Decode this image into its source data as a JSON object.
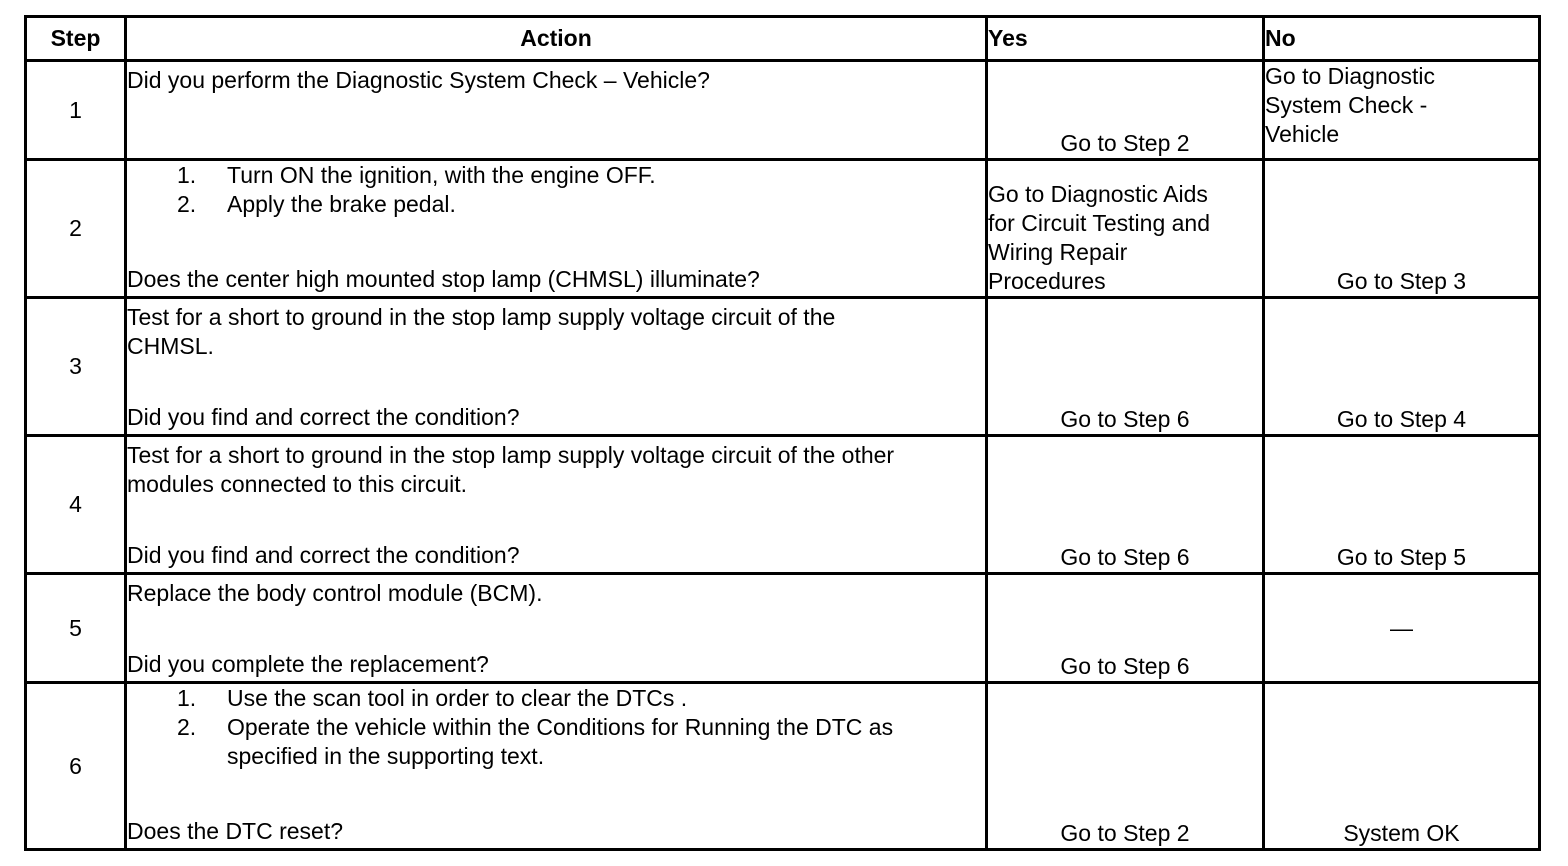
{
  "headers": {
    "step": "Step",
    "action": "Action",
    "yes": "Yes",
    "no": "No"
  },
  "rows": [
    {
      "step": "1",
      "action_text": "Did you perform the Diagnostic System Check – Vehicle?",
      "yes": "Go to Step 2",
      "no_lines": [
        "Go to Diagnostic",
        "System Check -",
        "Vehicle"
      ]
    },
    {
      "step": "2",
      "substeps": [
        {
          "num": "1.",
          "text": "Turn ON the ignition, with the engine OFF."
        },
        {
          "num": "2.",
          "text": "Apply the brake pedal."
        }
      ],
      "question": "Does the center high mounted stop lamp (CHMSL) illuminate?",
      "yes_lines": [
        "Go to Diagnostic Aids",
        "for Circuit Testing and",
        "Wiring Repair",
        "Procedures"
      ],
      "no": "Go to Step 3"
    },
    {
      "step": "3",
      "action_lines": [
        "Test for a short to ground in the stop lamp supply voltage circuit of the",
        "CHMSL."
      ],
      "question": "Did you find and correct the condition?",
      "yes": "Go to Step 6",
      "no": "Go to Step 4"
    },
    {
      "step": "4",
      "action_lines": [
        "Test for a short to ground in the stop lamp supply voltage circuit of the other",
        "modules connected to this circuit."
      ],
      "question": "Did you find and correct the condition?",
      "yes": "Go to Step 6",
      "no": "Go to Step 5"
    },
    {
      "step": "5",
      "action_text": "Replace the body control module (BCM).",
      "question": "Did you complete the replacement?",
      "yes": "Go to Step 6",
      "no": "—"
    },
    {
      "step": "6",
      "substeps": [
        {
          "num": "1.",
          "text": "Use the scan tool in order to clear the DTCs ."
        },
        {
          "num": "2.",
          "text": "Operate the vehicle within the Conditions for Running the DTC as specified in the supporting text."
        }
      ],
      "question": "Does the DTC reset?",
      "yes": "Go to Step 2",
      "no": "System OK"
    }
  ]
}
